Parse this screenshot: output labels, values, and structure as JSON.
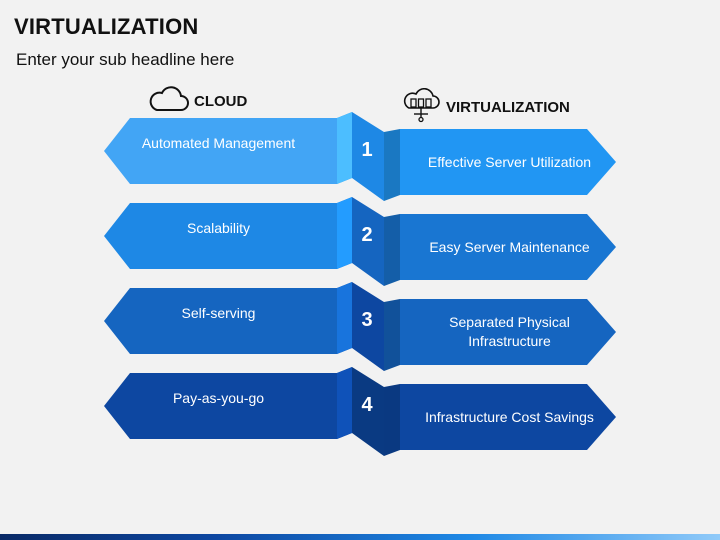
{
  "header": {
    "title": "VIRTUALIZATION",
    "subtitle": "Enter your sub headline here"
  },
  "columns": {
    "left_label": "CLOUD",
    "left_icon": "cloud-icon",
    "right_label": "VIRTUALIZATION",
    "right_icon": "server-cloud-icon"
  },
  "rows": [
    {
      "number": "1",
      "left": "Automated Management",
      "right": "Effective Server Utilization",
      "left_color": "#42a5f5",
      "right_color": "#2196f3",
      "mid_color": "#1e88e5"
    },
    {
      "number": "2",
      "left": "Scalability",
      "right": "Easy Server Maintenance",
      "left_color": "#1e88e5",
      "right_color": "#1976d2",
      "mid_color": "#1565c0"
    },
    {
      "number": "3",
      "left": "Self-serving",
      "right": "Separated Physical Infrastructure",
      "left_color": "#1565c0",
      "right_color": "#1565c0",
      "mid_color": "#0d47a1"
    },
    {
      "number": "4",
      "left": "Pay-as-you-go",
      "right": "Infrastructure Cost Savings",
      "left_color": "#0d47a1",
      "right_color": "#0d47a1",
      "mid_color": "#0a3a82"
    }
  ]
}
